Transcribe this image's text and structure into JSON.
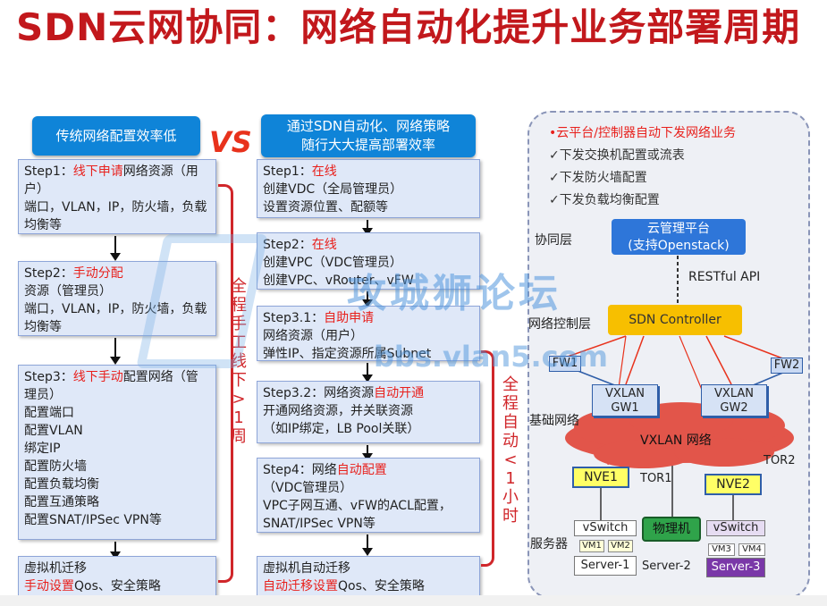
{
  "title": "SDN云网协同：网络自动化提升业务部署周期",
  "left_header": "传统网络配置效率低",
  "vs": "VS",
  "mid_header": [
    "通过SDN自动化、网络策略",
    "随行大大提高部署效率"
  ],
  "left_steps": [
    {
      "pre": "Step1：",
      "red": "线下申请",
      "post": "网络资源（用户）",
      "extra": [
        "端口，VLAN，IP，防火墙，负载均衡等"
      ]
    },
    {
      "pre": "Step2：",
      "red": "手动分配",
      "post": "资源（管理员）",
      "extra": [
        "端口，VLAN，IP，防火墙，负载均衡等"
      ]
    },
    {
      "pre": "Step3：",
      "red": "线下手动",
      "post": "配置网络（管理员）",
      "extra": [
        "配置端口",
        "配置VLAN",
        "绑定IP",
        "配置防火墙",
        "配置负载均衡",
        "配置互通策略",
        "配置SNAT/IPSec VPN等"
      ]
    },
    {
      "pre": "虚拟机迁移",
      "red": "",
      "post": "",
      "extra": [],
      "red2": "手动设置",
      "post2": "Qos、安全策略"
    }
  ],
  "mid_steps": [
    {
      "pre": "Step1：",
      "red": "在线",
      "post": "创建VDC（全局管理员）",
      "extra": [
        "设置资源位置、配额等"
      ]
    },
    {
      "pre": "Step2：",
      "red": "在线",
      "post": "创建VPC（VDC管理员）",
      "extra": [
        "创建VPC、vRouter、vFW"
      ]
    },
    {
      "pre": "Step3.1：",
      "red": "自助申请",
      "post": "网络资源（用户）",
      "extra": [
        "弹性IP、指定资源所属Subnet"
      ]
    },
    {
      "pre": "Step3.2：网络资源",
      "red": "自动开通",
      "post": "",
      "extra": [
        "开通网络资源，并关联资源",
        "（如IP绑定，LB Pool关联）"
      ]
    },
    {
      "pre": "Step4：网络",
      "red": "自动配置",
      "post": "（VDC管理员）",
      "extra": [
        "VPC子网互通、vFW的ACL配置，",
        "SNAT/IPSec VPN等"
      ]
    },
    {
      "pre": "虚拟机自动迁移",
      "red": "",
      "post": "",
      "extra": [],
      "red2": "自动迁移设置",
      "post2": "Qos、安全策略"
    }
  ],
  "left_bracket_text": "全程手工线下>1周",
  "mid_bracket_text": "全程自动<1小时",
  "panel": {
    "bullets": [
      "•云平台/控制器自动下发网络业务",
      "✓下发交换机配置或流表",
      "✓下发防火墙配置",
      "✓下发负载均衡配置"
    ],
    "layer_coord": "协同层",
    "cloud_mgr": [
      "云管理平台",
      "(支持Openstack)"
    ],
    "restful": "RESTful API",
    "layer_ctrl": "网络控制层",
    "sdn_controller": "SDN Controller",
    "fw1": "FW1",
    "fw2": "FW2",
    "gw1": [
      "VXLAN",
      "GW1"
    ],
    "gw2": [
      "VXLAN",
      "GW2"
    ],
    "layer_base": "基础网络",
    "vxlan_net": "VXLAN 网络",
    "tor1": "TOR1",
    "tor2": "TOR2",
    "nve1": "NVE1",
    "nve2": "NVE2",
    "layer_server": "服务器",
    "vswitch1": "vSwitch",
    "vswitch2": "vSwitch",
    "phys": "物理机",
    "vm1": "VM1",
    "vm2": "VM2",
    "vm3": "VM3",
    "vm4": "VM4",
    "server1": "Server-1",
    "server2": "Server-2",
    "server3": "Server-3"
  },
  "watermark": {
    "text": "攻城狮论坛",
    "url": "bbs.vlan5.com"
  },
  "colors": {
    "title_red": "#c2181c",
    "header_blue": "#0f84d8",
    "controller_yellow": "#f7bf00",
    "cloud_red": "#e2554a"
  }
}
